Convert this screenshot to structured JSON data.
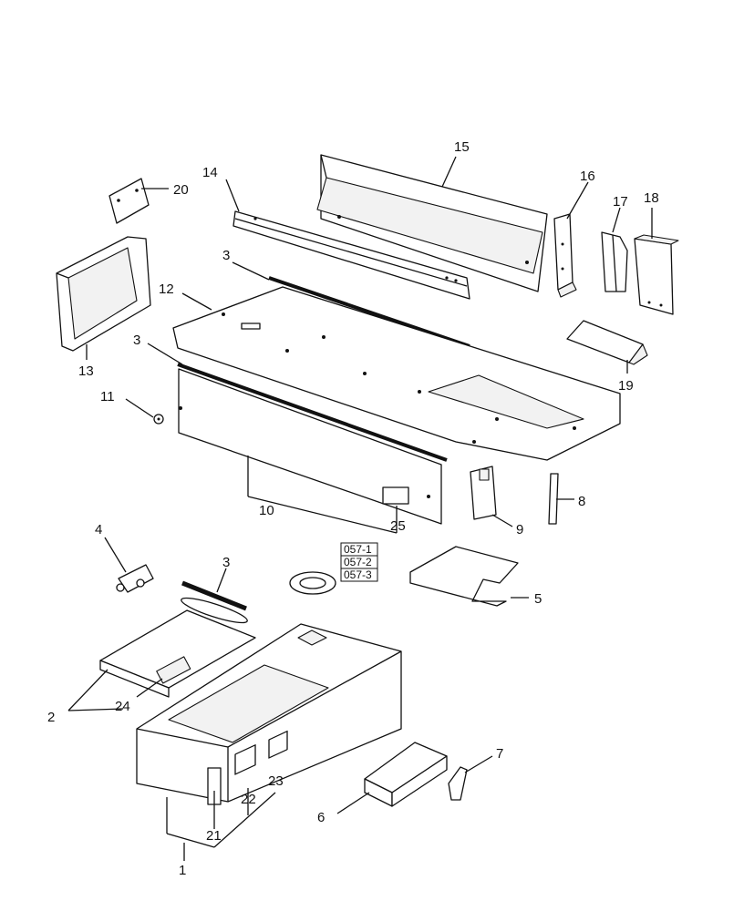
{
  "callouts": [
    {
      "id": "c1",
      "label": "1"
    },
    {
      "id": "c2",
      "label": "2"
    },
    {
      "id": "c3a",
      "label": "3"
    },
    {
      "id": "c3b",
      "label": "3"
    },
    {
      "id": "c3c",
      "label": "3"
    },
    {
      "id": "c4",
      "label": "4"
    },
    {
      "id": "c5",
      "label": "5"
    },
    {
      "id": "c6",
      "label": "6"
    },
    {
      "id": "c7",
      "label": "7"
    },
    {
      "id": "c8",
      "label": "8"
    },
    {
      "id": "c9",
      "label": "9"
    },
    {
      "id": "c10",
      "label": "10"
    },
    {
      "id": "c11",
      "label": "11"
    },
    {
      "id": "c12",
      "label": "12"
    },
    {
      "id": "c13",
      "label": "13"
    },
    {
      "id": "c14",
      "label": "14"
    },
    {
      "id": "c15",
      "label": "15"
    },
    {
      "id": "c16",
      "label": "16"
    },
    {
      "id": "c17",
      "label": "17"
    },
    {
      "id": "c18",
      "label": "18"
    },
    {
      "id": "c19",
      "label": "19"
    },
    {
      "id": "c20",
      "label": "20"
    },
    {
      "id": "c21",
      "label": "21"
    },
    {
      "id": "c22",
      "label": "22"
    },
    {
      "id": "c23",
      "label": "23"
    },
    {
      "id": "c24",
      "label": "24"
    },
    {
      "id": "c25",
      "label": "25"
    }
  ],
  "references": [
    "057-1",
    "057-2",
    "057-3"
  ],
  "colors": {
    "line": "#111111",
    "background": "#ffffff"
  }
}
